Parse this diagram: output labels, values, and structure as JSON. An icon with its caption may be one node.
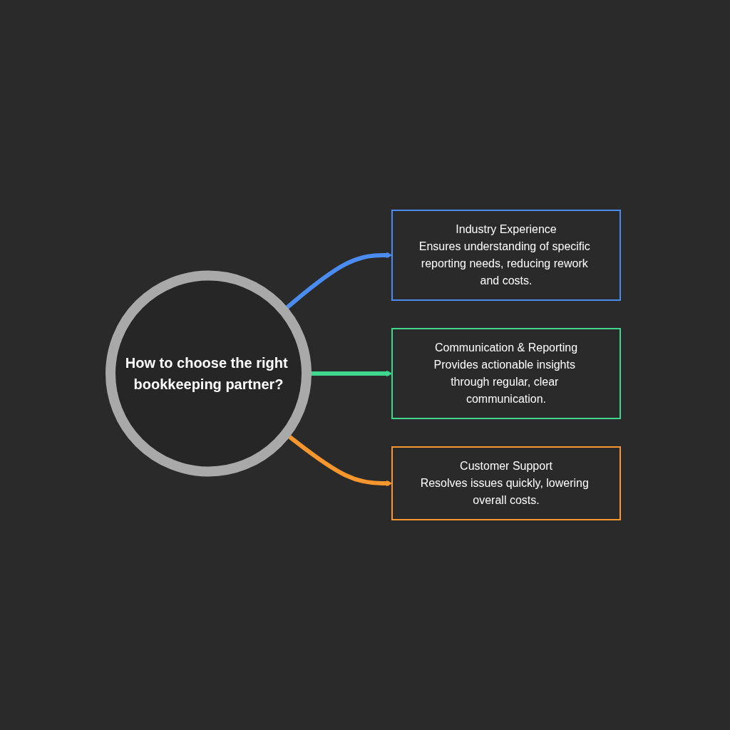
{
  "diagram": {
    "nodes": [
      {
        "text": [
          "How to choose the right bookkeeping partner?"
        ]
      },
      {
        "text": [
          "Industry Experience",
          "Ensures understanding of specific reporting needs, reducing rework and costs."
        ]
      },
      {
        "text": [
          "Communication & Reporting",
          "Provides actionable insights through regular, clear communication."
        ]
      },
      {
        "text": [
          "Customer Support",
          "Resolves issues quickly, lowering overall costs."
        ]
      }
    ],
    "edges": [
      {
        "from": 0,
        "to": 1,
        "arrow": "to",
        "color": "#4a8cf0"
      },
      {
        "from": 0,
        "to": 2,
        "arrow": "to",
        "color": "#3ed68c"
      },
      {
        "from": 0,
        "to": 3,
        "arrow": "to",
        "color": "#f5962f"
      }
    ]
  }
}
